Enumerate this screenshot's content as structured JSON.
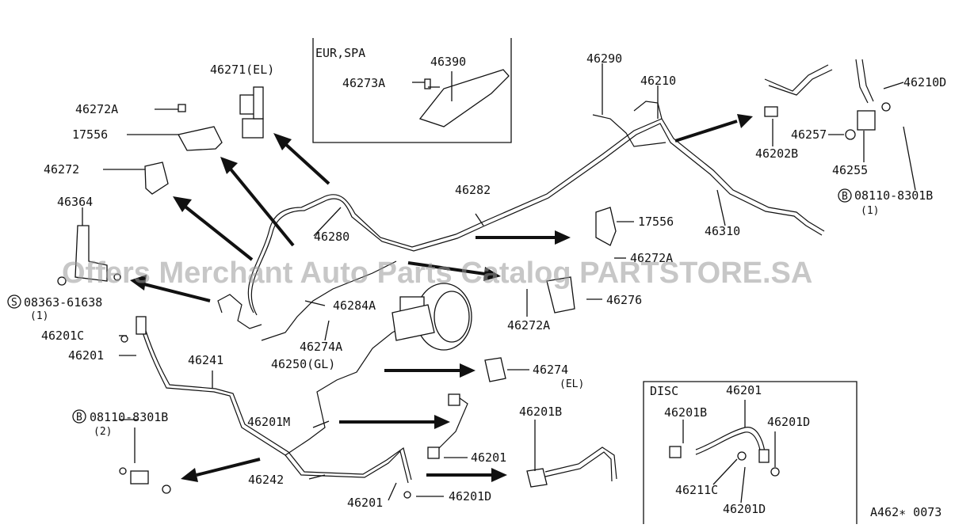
{
  "watermark": "Offers Merchant Auto Parts Catalog PARTSTORE.SA",
  "diagram_code": "A462∗ 0073",
  "insets": {
    "eur_spa": {
      "title": "EUR,SPA",
      "labels": [
        "46390",
        "46273A"
      ]
    },
    "disc": {
      "title": "DISC",
      "labels": [
        "46201",
        "46201B",
        "46201D",
        "46211C",
        "46201D"
      ]
    }
  },
  "labels": [
    "46271(EL)",
    "46272A",
    "17556",
    "46272",
    "46364",
    "08363-61638",
    "(1)",
    "46201C",
    "46201",
    "46241",
    "08110-8301B",
    "(2)",
    "46280",
    "46284A",
    "46274A",
    "46250(GL)",
    "46201M",
    "46242",
    "46201",
    "46201",
    "46201D",
    "46282",
    "46290",
    "46210",
    "46210D",
    "46257",
    "46202B",
    "46255",
    "08110-8301B",
    "(1)",
    "46310",
    "17556",
    "46272A",
    "46276",
    "46272A",
    "46274",
    "(EL)",
    "46201B"
  ],
  "symbols": {
    "s": "S",
    "b": "B"
  }
}
